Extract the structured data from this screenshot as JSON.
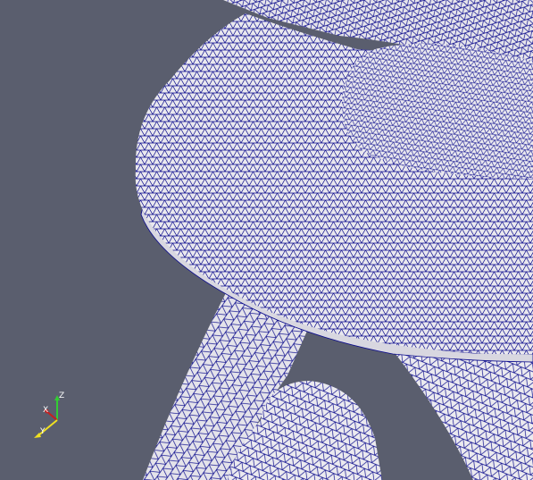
{
  "viewport": {
    "background_color": "#5a5e6e",
    "surface_color": "#e9e8ee",
    "wireframe_color": "#0a0a8c"
  },
  "orientation_axes": {
    "x_label": "X",
    "y_label": "Y",
    "z_label": "Z",
    "x_color": "#c81e1e",
    "y_color": "#f0e020",
    "z_color": "#33cc33"
  }
}
